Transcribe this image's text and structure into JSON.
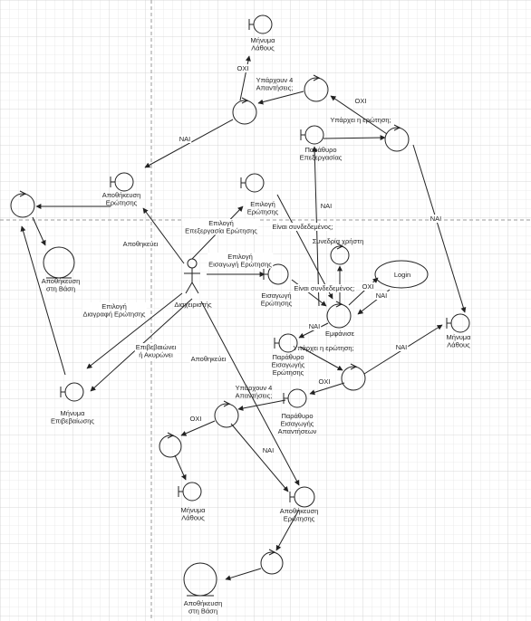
{
  "colors": {
    "line": "#222222",
    "grid_minor": "#e6e6e6",
    "grid_major": "#d2d2d2",
    "guide": "#9a9a9a"
  },
  "icons": {
    "control": "control-circle-icon",
    "boundary": "boundary-icon",
    "entity": "entity-circle-icon",
    "actor": "actor-icon"
  },
  "actor": {
    "label": "Διαχειριστής"
  },
  "nodes": {
    "msg_error_top": [
      "Μήνυμα",
      "Λάθους"
    ],
    "q_four_answers_top": [
      "Υπάρχουν 4",
      "Απαντήσεις;"
    ],
    "q_exists": [
      "Υπάρχει η ερώτηση;"
    ],
    "edit_window": [
      "Παράθυρο",
      "Επεξεργασίας"
    ],
    "save_question_top": [
      "Αποθήκευση",
      "Ερώτησης"
    ],
    "save_db_left": [
      "Αποθήκευση",
      "στη Βάση"
    ],
    "select_question": [
      "Επιλογή",
      "Ερώτησης"
    ],
    "user_session": [
      "Συνεδρία χρήστη"
    ],
    "login": [
      "Login"
    ],
    "insert_question": [
      "Εισαγωγή",
      "Ερώτησης"
    ],
    "display": [
      "Εμφάνισε"
    ],
    "msg_error_right": [
      "Μήνυμα",
      "Λάθους"
    ],
    "insert_window": [
      "Παράθυρο",
      "Εισαγωγής",
      "Ερώτησης"
    ],
    "q_exists_2": [
      "Υπάρχει η ερώτηση;"
    ],
    "answers_window": [
      "Παράθυρο",
      "Εισαγωγής",
      "Απαντήσεων"
    ],
    "q_four_answers_bottom": [
      "Υπάρχουν 4",
      "Απαντήσεις;"
    ],
    "msg_confirm": [
      "Μήνυμα",
      "Επιβεβαίωσης"
    ],
    "msg_error_bottom": [
      "Μήνυμα",
      "Λάθους"
    ],
    "save_question_bottom": [
      "Αποθήκευση",
      "Ερώτησης"
    ],
    "save_db_bottom": [
      "Αποθήκευση",
      "στη Βάση"
    ]
  },
  "edges": {
    "oxi_1": [
      "ΟΧΙ"
    ],
    "oxi_2": [
      "ΟΧΙ"
    ],
    "nai_1": [
      "ΝΑΙ"
    ],
    "nai_2": [
      "ΝΑΙ"
    ],
    "nai_3": [
      "ΝΑΙ"
    ],
    "select_edit": [
      "Επιλογή",
      "Επεξεργασία Ερώτησης"
    ],
    "is_connected_1": [
      "Είναι συνδεδεμένος;"
    ],
    "save_1": [
      "Αποθηκεύει"
    ],
    "select_insert": [
      "Επιλογή",
      "Εισαγωγή Ερώτησης"
    ],
    "is_connected_2": [
      "Είναι συνδεδεμένος;"
    ],
    "oxi_login": [
      "ΟΧΙ"
    ],
    "nai_login": [
      "ΝΑΙ"
    ],
    "select_delete": [
      "Επιλογή",
      "Διαγραφή Ερώτησης"
    ],
    "nai_display": [
      "ΝΑΙ"
    ],
    "confirm_cancel": [
      "Επιβεβαιώνει",
      "ή Ακυρώνει"
    ],
    "save_2": [
      "Αποθηκεύει"
    ],
    "nai_4": [
      "ΝΑΙ"
    ],
    "oxi_3": [
      "ΟΧΙ"
    ],
    "oxi_4": [
      "ΟΧΙ"
    ],
    "nai_5": [
      "ΝΑΙ"
    ]
  }
}
